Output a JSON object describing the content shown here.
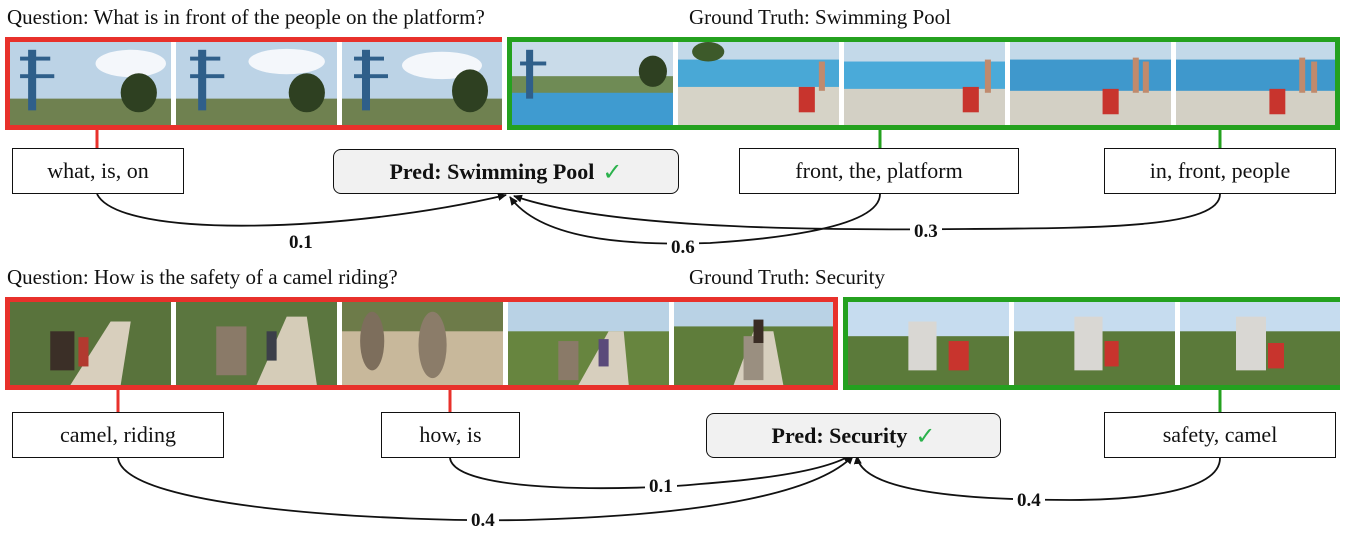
{
  "examples": [
    {
      "question": "Question: What is in front of the people on the platform?",
      "ground_truth": "Ground Truth: Swimming Pool",
      "prediction": "Pred: Swimming Pool",
      "check": "✓",
      "keywords": [
        "what, is, on",
        "front, the, platform",
        "in, front, people"
      ],
      "weights": [
        "0.1",
        "0.6",
        "0.3"
      ]
    },
    {
      "question": "Question: How is the safety of a camel riding?",
      "ground_truth": "Ground Truth: Security",
      "prediction": "Pred: Security",
      "check": "✓",
      "keywords": [
        "camel, riding",
        "how, is",
        "safety, camel"
      ],
      "weights": [
        "0.1",
        "0.4",
        "0.4"
      ]
    }
  ],
  "colors": {
    "incorrect_frames": "#e8312b",
    "correct_frames": "#24a11f",
    "check": "#2bb24c"
  }
}
